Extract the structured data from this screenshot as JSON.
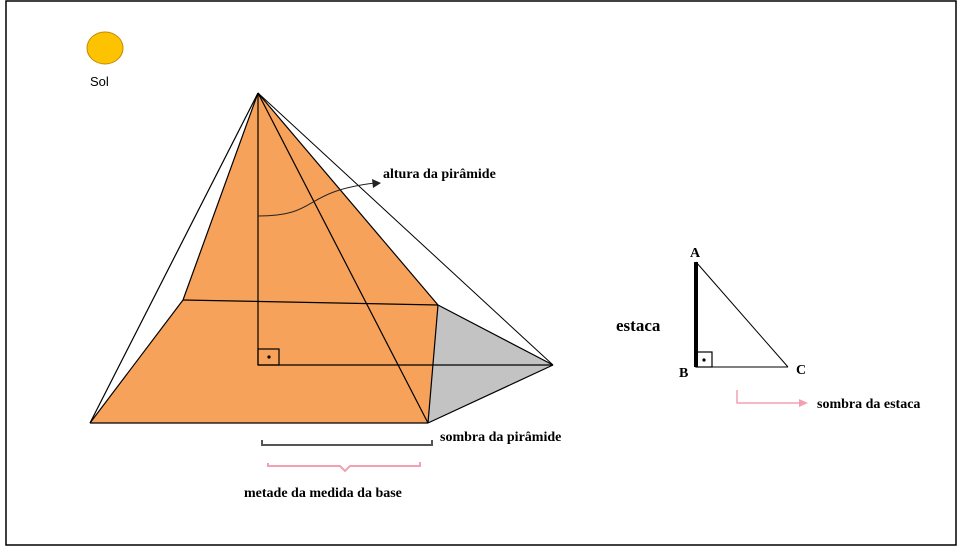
{
  "labels": {
    "sun": "Sol",
    "pyramid_height": "altura da pirâmide",
    "pyramid_shadow": "sombra da pirâmide",
    "half_base": "metade da medida da base",
    "stake": "estaca",
    "stake_shadow": "sombra da estaca",
    "point_a": "A",
    "point_b": "B",
    "point_c": "C"
  },
  "colors": {
    "pyramid_fill": "#f7a25a",
    "shadow_fill": "#c3c3c3",
    "sun_fill": "#fdc200",
    "sun_stroke": "#c48a00",
    "line": "#000000",
    "measure_gray": "#555555",
    "measure_pink": "#f4a0b0"
  }
}
